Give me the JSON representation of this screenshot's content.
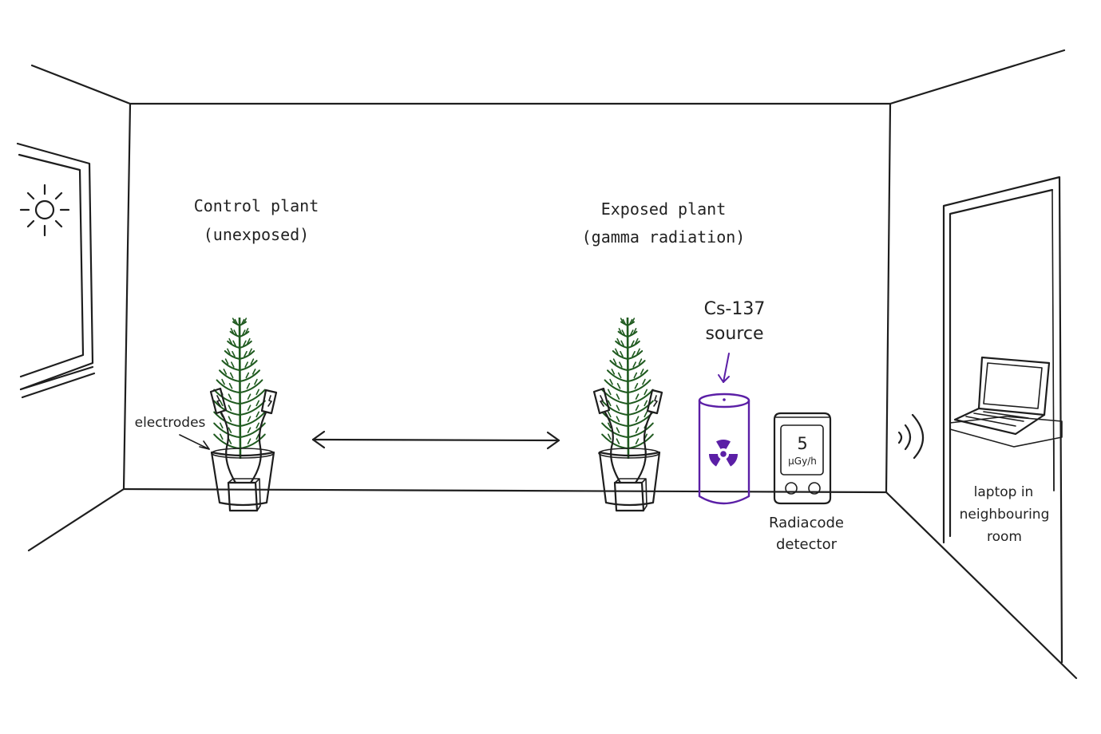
{
  "labels": {
    "control_plant_line1": "Control plant",
    "control_plant_line2": "(unexposed)",
    "exposed_plant_line1": "Exposed plant",
    "exposed_plant_line2": "(gamma radiation)",
    "source_line1": "Cs-137",
    "source_line2": "source",
    "electrodes": "electrodes",
    "detector_line1": "Radiacode",
    "detector_line2": "detector",
    "laptop_line1": "laptop in",
    "laptop_line2": "neighbouring",
    "laptop_line3": "room"
  },
  "detector_display": {
    "value": "5",
    "unit": "µGy/h"
  },
  "colors": {
    "ink": "#1e1e1e",
    "plant_green": "#1f5a1f",
    "radiation_purple": "#5b1fa6",
    "background": "#ffffff"
  },
  "icons": {
    "sun": "sun-icon",
    "radiation": "radiation-trefoil-icon",
    "wireless": "wireless-signal-icon",
    "laptop": "laptop-icon"
  }
}
